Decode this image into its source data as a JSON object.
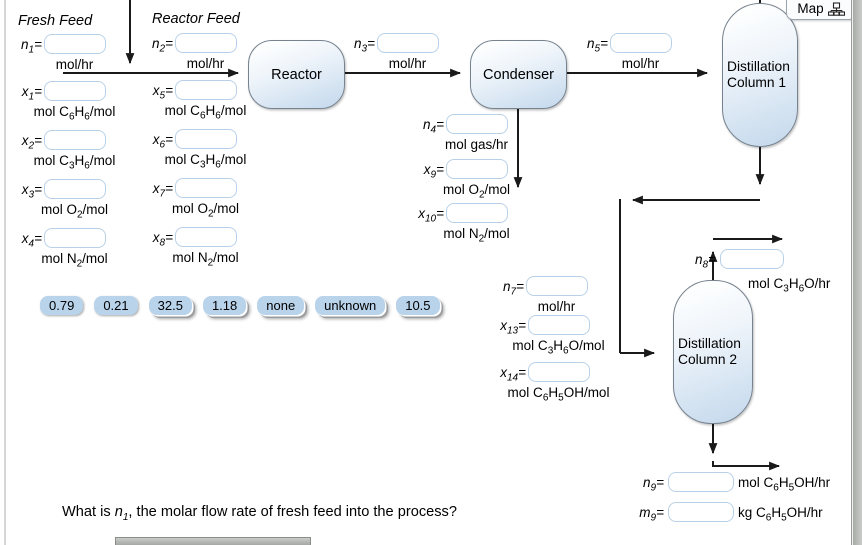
{
  "toolbar": {
    "map_label": "Map"
  },
  "diagram": {
    "stream_labels": {
      "fresh_feed": "Fresh Feed",
      "reactor_feed": "Reactor Feed"
    },
    "units": {
      "reactor": "Reactor",
      "condenser": "Condenser",
      "column1": "Distillation Column 1",
      "column2": "Distillation Column 2"
    },
    "fields": {
      "n1": {
        "var": "n~1~=",
        "unit": "mol/hr"
      },
      "x1": {
        "var": "x~1~=",
        "unit": "mol C~6~H~6~/mol"
      },
      "x2": {
        "var": "x~2~=",
        "unit": "mol C~3~H~6~/mol"
      },
      "x3": {
        "var": "x~3~=",
        "unit": "mol O~2~/mol"
      },
      "x4": {
        "var": "x~4~=",
        "unit": "mol N~2~/mol"
      },
      "n2": {
        "var": "n~2~=",
        "unit": "mol/hr"
      },
      "x5": {
        "var": "x~5~=",
        "unit": "mol C~6~H~6~/mol"
      },
      "x6": {
        "var": "x~6~=",
        "unit": "mol C~3~H~6~/mol"
      },
      "x7": {
        "var": "x~7~=",
        "unit": "mol O~2~/mol"
      },
      "x8": {
        "var": "x~8~=",
        "unit": "mol N~2~/mol"
      },
      "n3": {
        "var": "n~3~=",
        "unit": "mol/hr"
      },
      "n4": {
        "var": "n~4~=",
        "unit": "mol gas/hr"
      },
      "x9": {
        "var": "x~9~=",
        "unit": "mol O~2~/mol"
      },
      "x10": {
        "var": "x~10~=",
        "unit": "mol N~2~/mol"
      },
      "n5": {
        "var": "n~5~=",
        "unit": "mol/hr"
      },
      "n7": {
        "var": "n~7~=",
        "unit": "mol/hr"
      },
      "x13": {
        "var": "x~13~=",
        "unit": "mol C~3~H~6~O/mol"
      },
      "x14": {
        "var": "x~14~=",
        "unit": "mol C~6~H~5~OH/mol"
      },
      "n8": {
        "var": "n~8~=",
        "unit": "mol C~3~H~6~O/hr"
      },
      "n9": {
        "var": "n~9~=",
        "unit": "mol C~6~H~5~OH/hr"
      },
      "m9": {
        "var": "m~9~=",
        "unit": "kg C~6~H~5~OH/hr"
      }
    }
  },
  "chips": [
    {
      "label": "0.79",
      "stacked": false
    },
    {
      "label": "0.21",
      "stacked": false
    },
    {
      "label": "32.5",
      "stacked": true
    },
    {
      "label": "1.18",
      "stacked": true
    },
    {
      "label": "none",
      "stacked": true
    },
    {
      "label": "unknown",
      "stacked": true
    },
    {
      "label": "10.5",
      "stacked": true
    }
  ],
  "question": {
    "prefix": "What is ",
    "var": "n~1~",
    "suffix": ", the molar flow rate of fresh feed into the process?"
  },
  "colors": {
    "input-border": "#b9d1e8",
    "chip-bg": "#b9d3eb",
    "unit-border": "#76828e",
    "unit-fill": "#c3d8ec",
    "arrow": "#1a1a1a"
  }
}
